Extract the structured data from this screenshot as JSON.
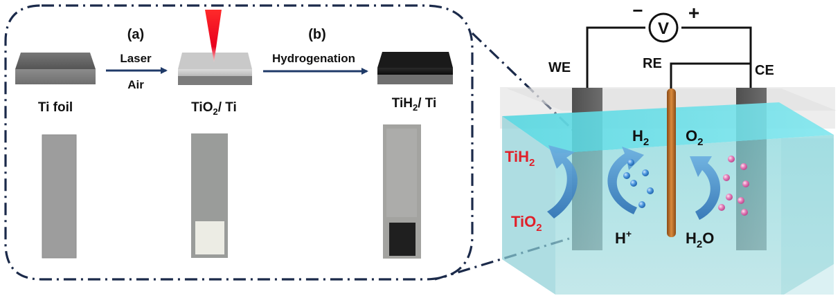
{
  "process": {
    "step_a": {
      "tag": "(a)",
      "condition_top": "Laser",
      "condition_bottom": "Air"
    },
    "step_b": {
      "tag": "(b)",
      "condition": "Hydrogenation"
    },
    "samples": [
      {
        "base": "Ti foil",
        "sub": "",
        "tail": ""
      },
      {
        "base": "TiO",
        "sub": "2",
        "tail": "/ Ti"
      },
      {
        "base": "TiH",
        "sub": "2",
        "tail": "/ Ti"
      }
    ]
  },
  "cell": {
    "meter": {
      "minus": "−",
      "plus": "+",
      "symbol": "V"
    },
    "electrodes": {
      "working": "WE",
      "reference": "RE",
      "counter": "CE"
    },
    "species": {
      "h2": {
        "base": "H",
        "sub": "2"
      },
      "o2": {
        "base": "O",
        "sub": "2"
      },
      "h_plus": {
        "base": "H",
        "sup": "+"
      },
      "h2o": {
        "base": "H",
        "sub": "2",
        "tail": "O"
      },
      "tih2": {
        "base": "TiH",
        "sub": "2"
      },
      "tio2": {
        "base": "TiO",
        "sub": "2"
      }
    }
  },
  "colors": {
    "frame_dash": "#1b2a4a",
    "arrow": "#1f3a68",
    "electrolyte": "#8fd4da",
    "highlight_text": "#e0202a",
    "electrode": "#5e5e5e",
    "laser": "#e8001e",
    "h2_bubble": "#3a86d4",
    "o2_bubble": "#e070b0"
  }
}
